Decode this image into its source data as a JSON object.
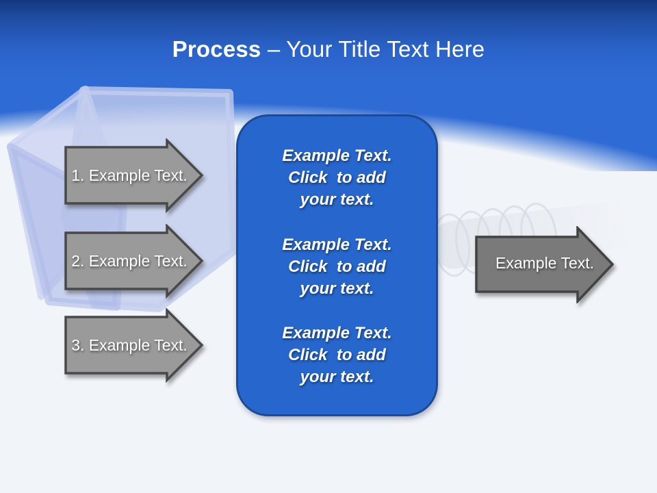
{
  "title": {
    "bold": "Process",
    "rest": " – Your Title Text Here"
  },
  "steps": [
    {
      "label": "1. Example Text."
    },
    {
      "label": "2. Example Text."
    },
    {
      "label": "3. Example Text."
    }
  ],
  "center_box": {
    "blocks": [
      {
        "text": "Example Text.\nClick  to add\nyour text."
      },
      {
        "text": "Example Text.\nClick  to add\nyour text."
      },
      {
        "text": "Example Text.\nClick  to add\nyour text."
      }
    ]
  },
  "output_arrow": {
    "label": "Example Text."
  },
  "colors": {
    "header_top": "#16367e",
    "header_blue": "#2f6bd4",
    "page_bg": "#f1f4f9",
    "box_fill": "#2767cd",
    "box_border": "#1d4a94",
    "step_arrow_fill": "#9a9a9a",
    "step_arrow_border": "#494949",
    "output_arrow_fill": "#7a7a7a",
    "output_arrow_border": "#424242",
    "ornament_blue": "#c3cdee",
    "text": "#ffffff"
  }
}
